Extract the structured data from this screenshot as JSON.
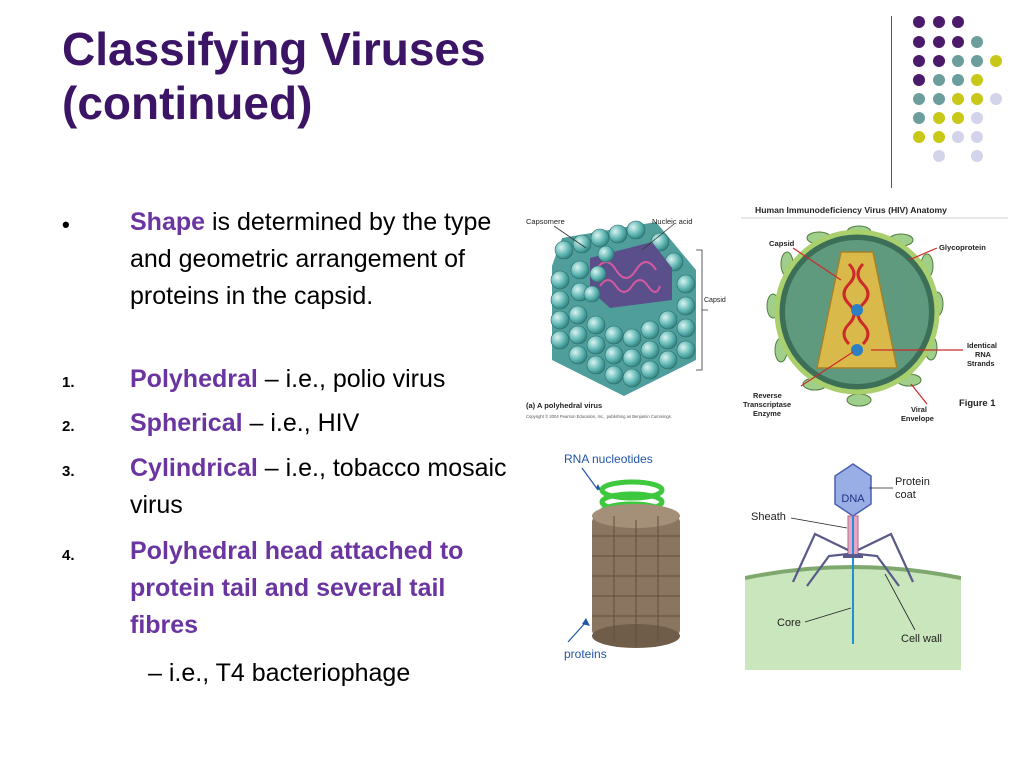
{
  "title": {
    "line1": "Classifying Viruses",
    "line2": "(continued)"
  },
  "bullet": {
    "marker": "•",
    "keyword": "Shape",
    "rest": " is determined by the type and geometric arrangement of proteins in the capsid."
  },
  "list": [
    {
      "marker": "1.",
      "keyword": "Polyhedral",
      "rest": " – i.e., polio virus"
    },
    {
      "marker": "2.",
      "keyword": "Spherical",
      "rest": " – i.e., HIV"
    },
    {
      "marker": "3.",
      "keyword": "Cylindrical",
      "rest": " – i.e., tobacco mosaic virus"
    },
    {
      "marker": "4.",
      "keyword": "Polyhedral head attached to protein tail and several tail fibres",
      "rest": ""
    }
  ],
  "subitem": "– i.e., T4 bacteriophage",
  "figures": {
    "polyhedral": {
      "capsomere": "Capsomere",
      "nucleic_acid": "Nucleic acid",
      "capsid": "Capsid",
      "caption": "(a) A polyhedral virus",
      "copyright": "Copyright © 2004 Pearson Education, Inc., publishing as Benjamin Cummings."
    },
    "hiv": {
      "title": "Human Immunodeficiency Virus (HIV) Anatomy",
      "capsid": "Capsid",
      "glycoprotein": "Glycoprotein",
      "rna1": "Identical",
      "rna2": "RNA",
      "rna3": "Strands",
      "rt1": "Reverse",
      "rt2": "Transcriptase",
      "rt3": "Enzyme",
      "ve1": "Viral",
      "ve2": "Envelope",
      "figure": "Figure 1"
    },
    "tmv": {
      "rna": "RNA nucleotides",
      "proteins": "proteins"
    },
    "phage": {
      "dna": "DNA",
      "protein1": "Protein",
      "protein2": "coat",
      "sheath": "Sheath",
      "core": "Core",
      "cellwall": "Cell wall"
    }
  },
  "colors": {
    "title": "#3b1466",
    "highlight": "#6a35a0",
    "dot_purple": "#4b1a6a",
    "dot_teal": "#6d9e9e",
    "dot_yellow": "#c8c818",
    "dot_lavender": "#d3d3ec"
  }
}
